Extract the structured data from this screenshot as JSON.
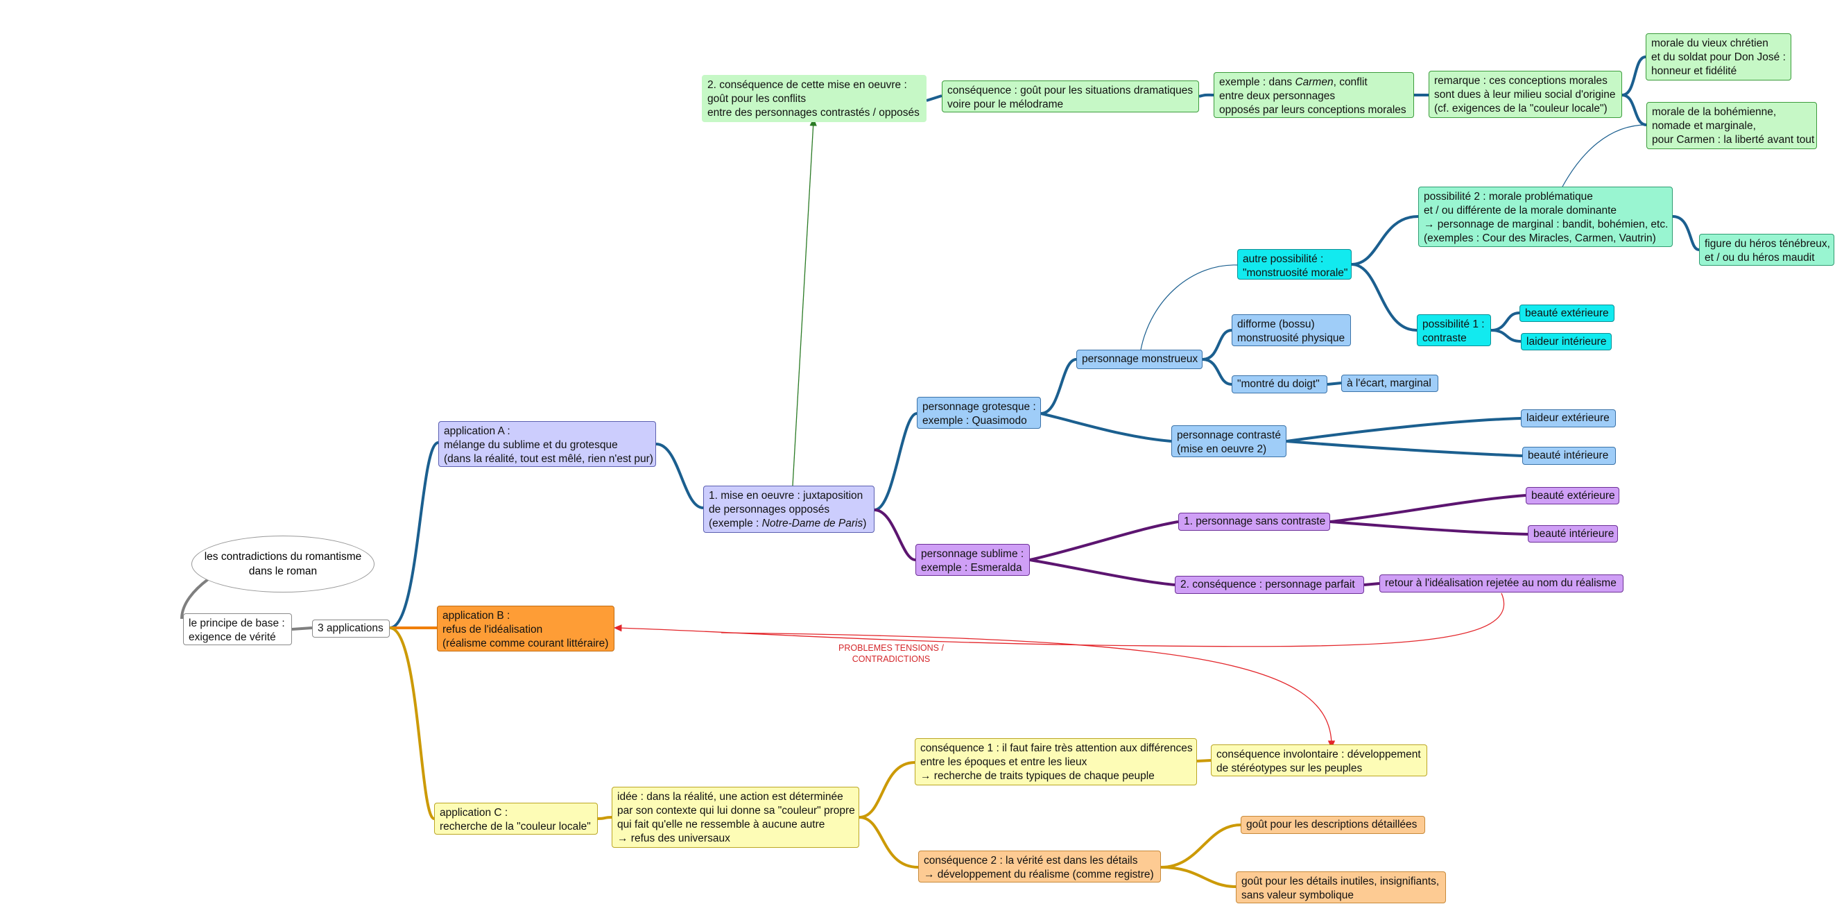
{
  "colors": {
    "gray": "#ffffff",
    "lavender": "#cccdfd",
    "blue": "#9fcdf8",
    "cyan": "#12eaef",
    "mint": "#99f5d1",
    "green": "#c6f8c6",
    "purple": "#cf9ff6",
    "orange": "#fe9d36",
    "yellow": "#fdfcb6",
    "peach": "#fdcb93",
    "link_blue": "#1b5f8f",
    "link_purple": "#5c1570",
    "link_gold": "#cc9a06",
    "link_orange": "#f07f09",
    "link_gray": "#7f7f7f",
    "link_green": "#2a7a24",
    "link_red": "#e3262b"
  },
  "title": {
    "lines": [
      "les contradictions du romantisme",
      "dans le roman"
    ]
  },
  "nodes": {
    "principe": {
      "lines": [
        "le principe de base :",
        "exigence de vérité"
      ]
    },
    "trois": {
      "lines": [
        "3 applications"
      ]
    },
    "appA": {
      "lines": [
        "application A :",
        "mélange du sublime et du grotesque",
        "(dans la réalité, tout est mêlé, rien n'est pur)"
      ]
    },
    "appB": {
      "lines": [
        "application B :",
        "refus de l'idéalisation",
        "(réalisme comme courant littéraire)"
      ]
    },
    "appC": {
      "lines": [
        "application C  :",
        "recherche de la \"couleur locale\""
      ]
    },
    "mise1": {
      "lines": [
        "1. mise en oeuvre : juxtaposition",
        "de personnages opposés"
      ],
      "line3_pre": "(exemple : ",
      "line3_italic": "Notre-Dame de Paris",
      "line3_post": ")"
    },
    "consq2": {
      "lines": [
        "2. conséquence de cette mise en oeuvre :",
        "goût pour les conflits",
        "entre des personnages contrastés / opposés"
      ]
    },
    "gout_situations": {
      "lines": [
        "conséquence : goût pour les situations dramatiques",
        "voire pour le mélodrame"
      ]
    },
    "exemple_carmen": {
      "line1_pre": "exemple : dans ",
      "line1_italic": "Carmen",
      "line1_post": ", conflit",
      "lines": [
        "entre deux personnages",
        "opposés par leurs conceptions morales"
      ]
    },
    "remarque": {
      "lines": [
        "remarque : ces conceptions morales",
        "sont dues à leur milieu social d'origine",
        "(cf. exigences de la \"couleur locale\")"
      ]
    },
    "morale_chretien": {
      "lines": [
        "morale du vieux chrétien",
        "et du soldat pour Don José :",
        "honneur et fidélité"
      ]
    },
    "morale_bohem": {
      "lines": [
        "morale de la bohémienne,",
        "nomade et marginale,",
        "pour Carmen : la liberté avant tout"
      ]
    },
    "grotesque": {
      "lines": [
        "personnage grotesque :",
        "exemple : Quasimodo"
      ]
    },
    "monstrueux": {
      "lines": [
        "personnage monstrueux"
      ]
    },
    "difforme": {
      "lines": [
        "difforme (bossu)",
        "monstruosité physique"
      ]
    },
    "montre": {
      "lines": [
        "\"montré du doigt\""
      ]
    },
    "ecart": {
      "lines": [
        "à l'écart, marginal"
      ]
    },
    "autre_poss": {
      "lines": [
        "autre possibilité :",
        "\"monstruosité morale\""
      ]
    },
    "poss2": {
      "lines": [
        "possibilité 2 : morale problématique",
        "et / ou différente de la morale dominante",
        "→ personnage de marginal : bandit, bohémien, etc.",
        "(exemples : Cour des Miracles, Carmen, Vautrin)"
      ]
    },
    "heros": {
      "lines": [
        "figure du héros ténébreux,",
        "et / ou du héros maudit"
      ]
    },
    "poss1": {
      "lines": [
        "possibilité 1 :",
        "contraste"
      ]
    },
    "beaute_ext1": {
      "lines": [
        "beauté extérieure"
      ]
    },
    "laideur_int": {
      "lines": [
        "laideur intérieure"
      ]
    },
    "contraste": {
      "lines": [
        "personnage contrasté",
        "(mise en oeuvre 2)"
      ]
    },
    "laideur_ext": {
      "lines": [
        "laideur extérieure"
      ]
    },
    "beaute_int1": {
      "lines": [
        "beauté intérieure"
      ]
    },
    "sublime": {
      "lines": [
        "personnage sublime :",
        "exemple : Esmeralda"
      ]
    },
    "sans_contraste": {
      "lines": [
        "1. personnage sans contraste"
      ]
    },
    "beaute_ext2": {
      "lines": [
        "beauté extérieure"
      ]
    },
    "beaute_int2": {
      "lines": [
        "beauté intérieure"
      ]
    },
    "parfait": {
      "lines": [
        "2. conséquence : personnage parfait"
      ]
    },
    "retour": {
      "lines": [
        "retour à l'idéalisation rejetée au nom du réalisme"
      ]
    },
    "idee": {
      "lines": [
        "idée : dans la réalité, une action est déterminée",
        "par son contexte qui lui donne sa \"couleur\" propre",
        "qui fait qu'elle ne ressemble à aucune autre",
        "→ refus des universaux"
      ]
    },
    "consq1": {
      "lines": [
        "conséquence 1 : il faut faire très attention aux différences",
        "entre les époques et entre les lieux",
        "→ recherche de traits typiques de chaque peuple"
      ]
    },
    "involontaire": {
      "lines": [
        "conséquence involontaire : développement",
        "de stéréotypes sur les peuples"
      ]
    },
    "consq2b": {
      "lines": [
        "conséquence 2 : la vérité est dans les détails",
        "→ développement du réalisme (comme registre)"
      ]
    },
    "descriptions": {
      "lines": [
        "goût pour les descriptions détaillées"
      ]
    },
    "details": {
      "lines": [
        "goût pour les détails inutiles, insignifiants,",
        "sans valeur symbolique"
      ]
    }
  },
  "problemes": {
    "lines": [
      "PROBLEMES",
      "TENSIONS / CONTRADICTIONS"
    ]
  }
}
